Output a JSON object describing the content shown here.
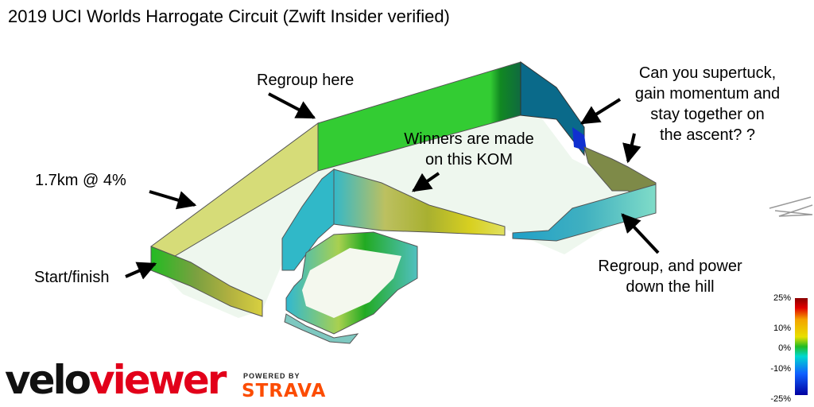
{
  "title": "2019 UCI Worlds Harrogate Circuit (Zwift Insider verified)",
  "annotations": {
    "regroup_here": "Regroup here",
    "climb": "1.7km @ 4%",
    "start_finish": "Start/finish",
    "kom_line1": "Winners are made",
    "kom_line2": "on this KOM",
    "supertuck_line1": "Can you supertuck,",
    "supertuck_line2": "gain momentum and",
    "supertuck_line3": "stay together on",
    "supertuck_line4": "the ascent? ?",
    "power_line1": "Regroup, and power",
    "power_line2": "down the hill"
  },
  "gradient_legend": {
    "ticks": [
      "25%",
      "10%",
      "0%",
      "-10%",
      "-25%"
    ],
    "colors": [
      "#8b0000",
      "#e00000",
      "#f4a300",
      "#e8e000",
      "#22bb22",
      "#00d8d0",
      "#1060ff",
      "#0000a0"
    ]
  },
  "branding": {
    "veloviewer_part1": "velo",
    "veloviewer_part2": "viewer",
    "powered_by": "POWERED BY",
    "strava": "STRAVA"
  }
}
